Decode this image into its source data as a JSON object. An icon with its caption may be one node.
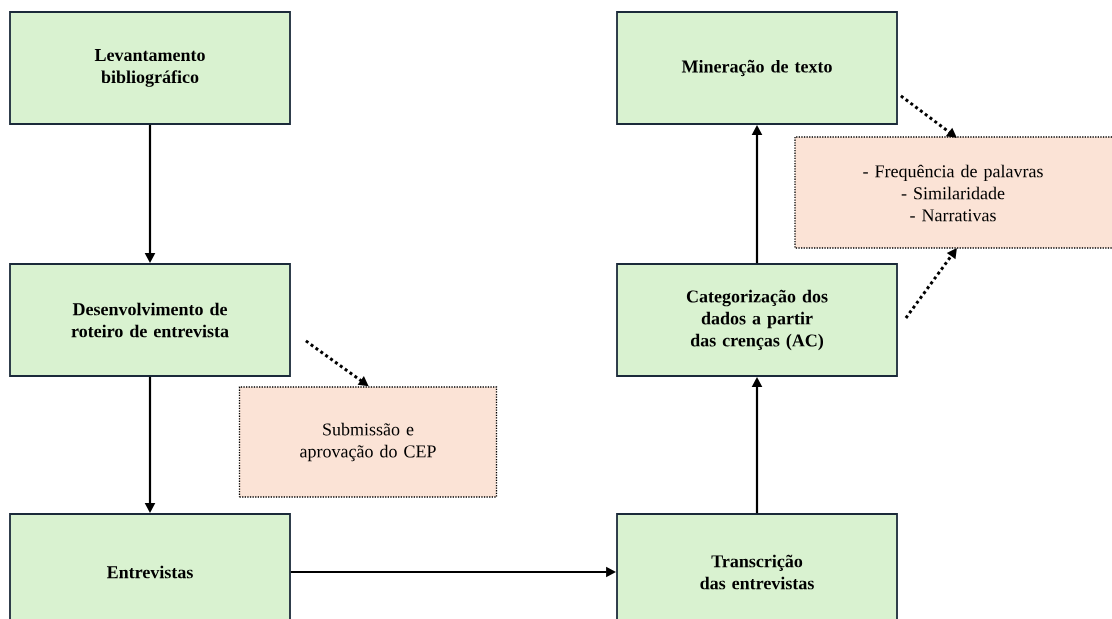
{
  "diagram": {
    "nodes": [
      {
        "text": [
          "Levantamento bibliográfico"
        ]
      },
      {
        "text": [
          "Desenvolvimento de roteiro de entrevista"
        ]
      },
      {
        "text": [
          "Submissão e aprovação do CEP"
        ]
      },
      {
        "text": [
          "Entrevistas"
        ]
      },
      {
        "text": [
          "Transcrição das entrevistas"
        ]
      },
      {
        "text": [
          "Categorização dos dados a partir das crenças (AC)"
        ]
      },
      {
        "text": [
          "Mineração de texto"
        ]
      },
      {
        "text": [
          "- Frequência de palavras",
          "- Similaridade",
          "- Narrativas"
        ]
      }
    ],
    "edges": [
      {
        "from": 0,
        "to": 1,
        "arrow": "to"
      },
      {
        "from": 1,
        "to": 3,
        "arrow": "to"
      },
      {
        "from": 1,
        "to": 2,
        "arrow": "to",
        "style": "dashed"
      },
      {
        "from": 3,
        "to": 4,
        "arrow": "to"
      },
      {
        "from": 4,
        "to": 5,
        "arrow": "to"
      },
      {
        "from": 5,
        "to": 6,
        "arrow": "to"
      },
      {
        "from": 6,
        "to": 7,
        "arrow": "to",
        "style": "dashed"
      },
      {
        "from": 5,
        "to": 7,
        "arrow": "to",
        "style": "dashed"
      }
    ]
  }
}
